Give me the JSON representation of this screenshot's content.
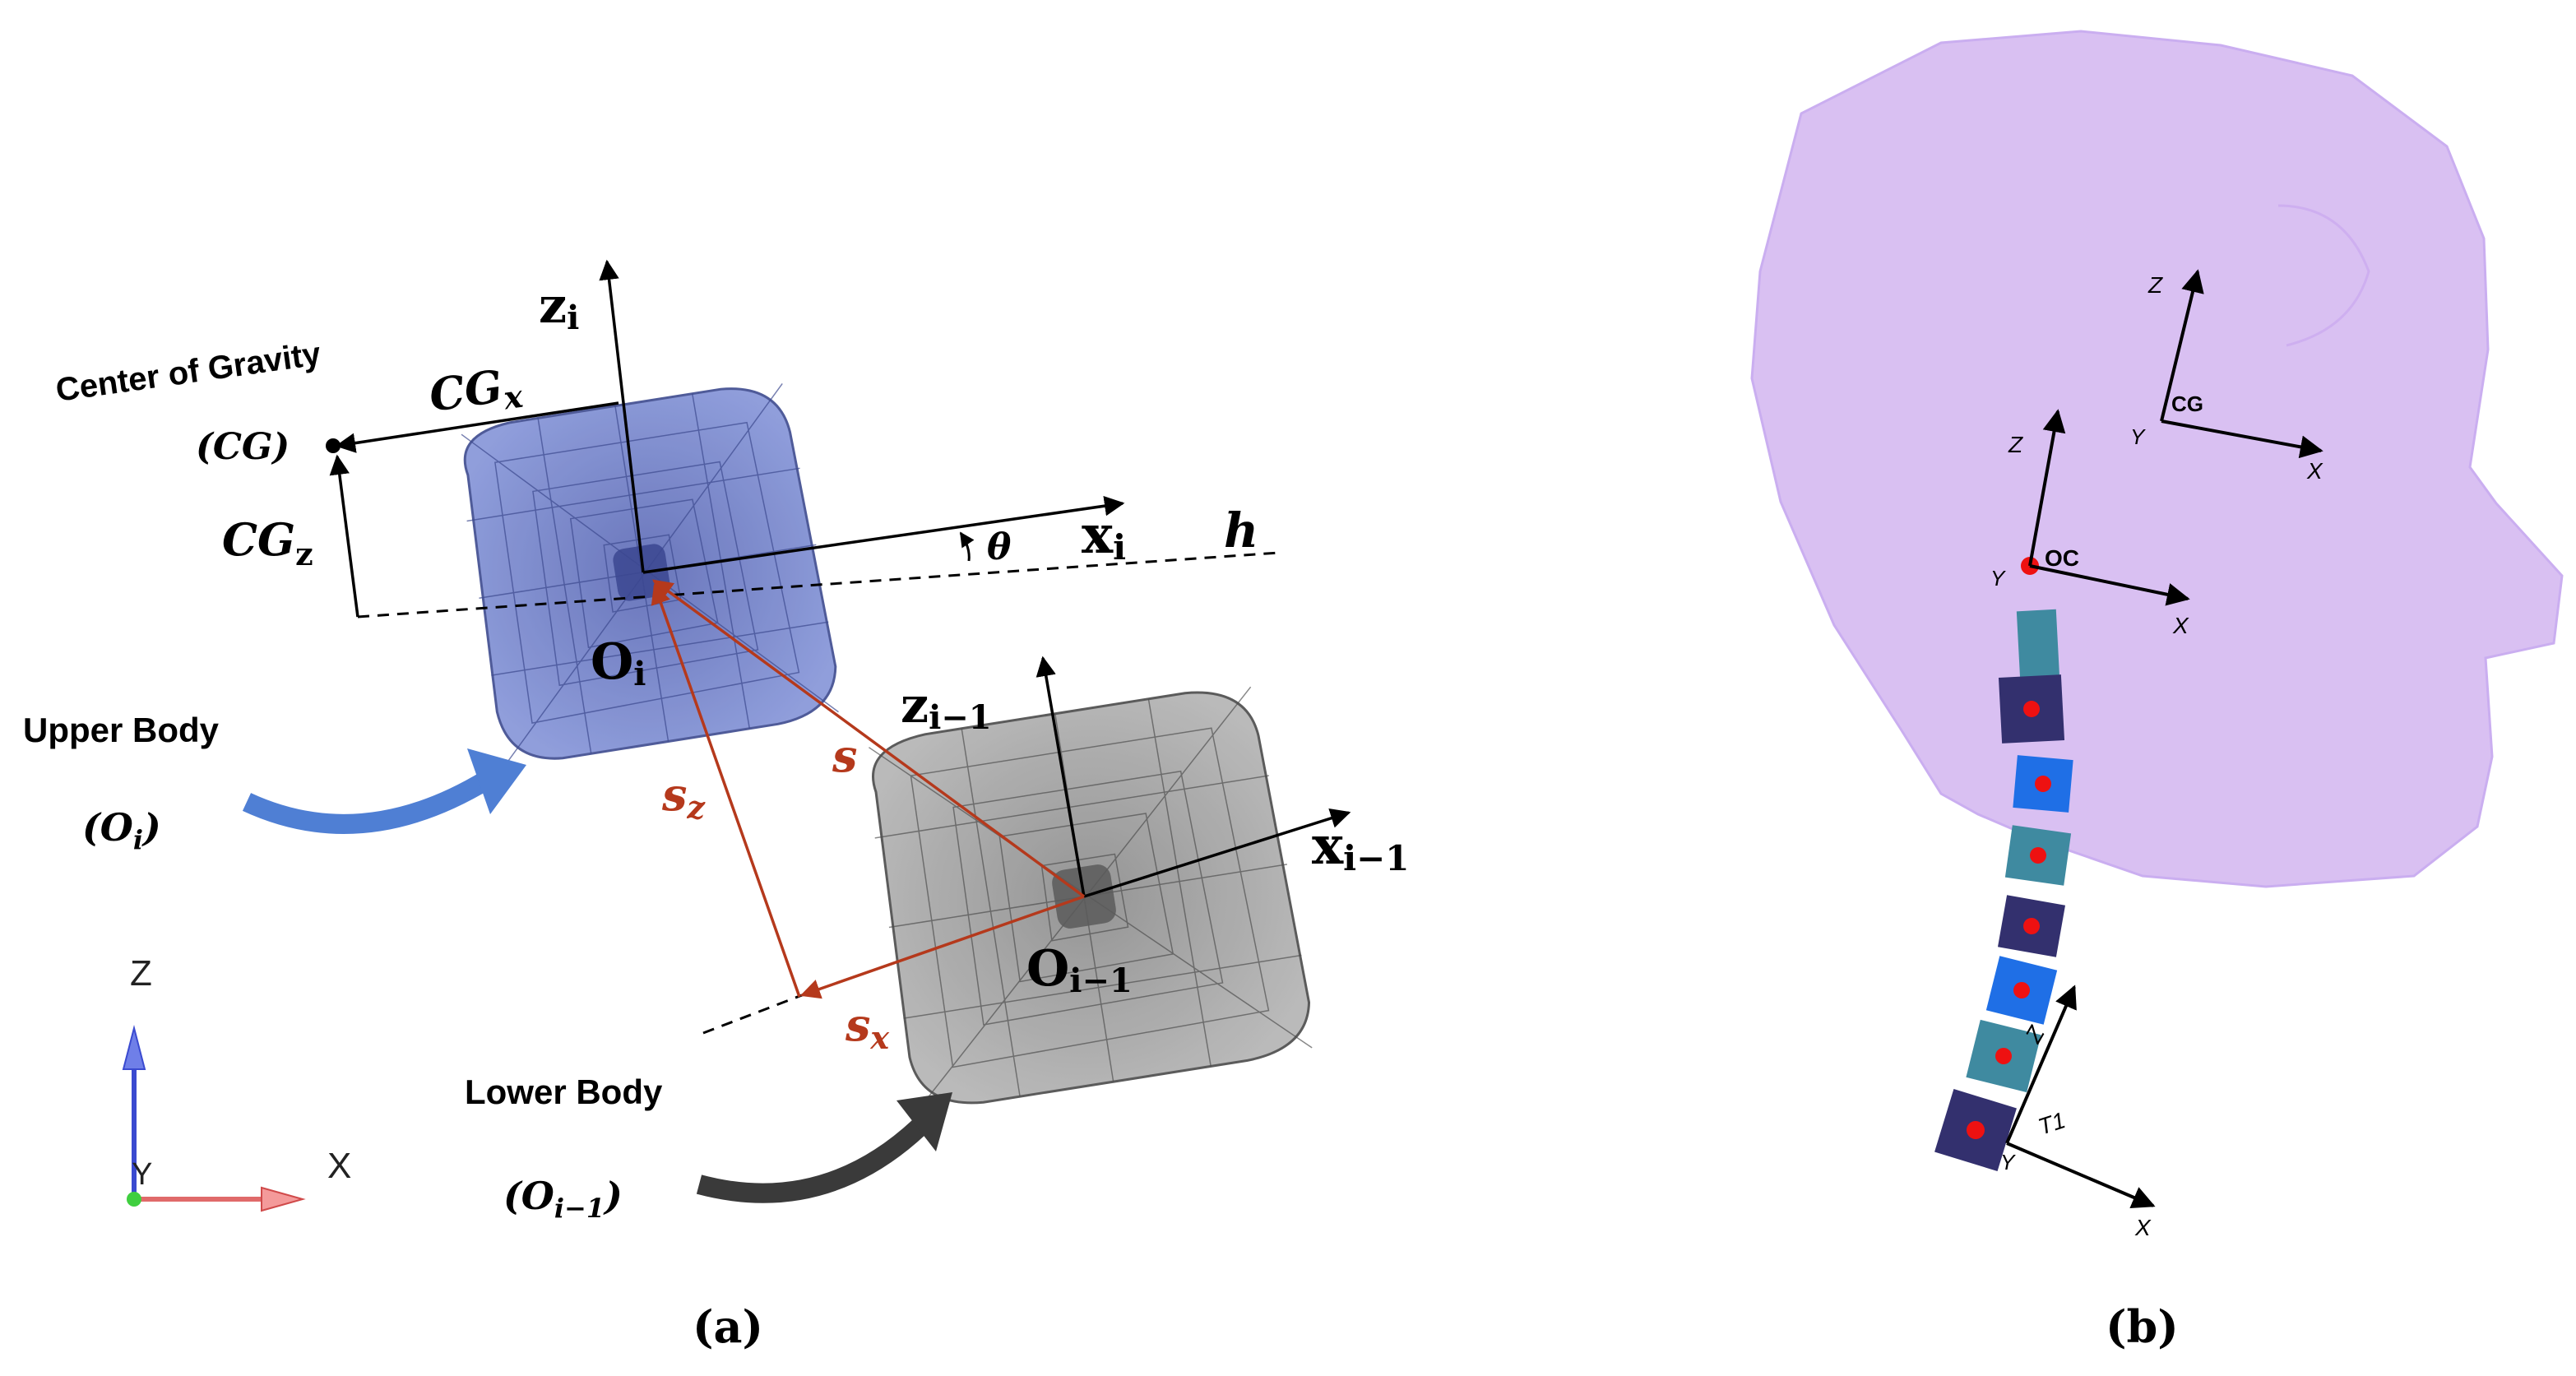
{
  "panel_a": {
    "caption": "(a)",
    "center_of_gravity_label": "Center of Gravity",
    "cg_label": "(CG)",
    "cgx_label": "CG",
    "cgx_sub": "x",
    "cgz_label": "CG",
    "cgz_sub": "z",
    "zi_label": "z",
    "zi_sub": "i",
    "xi_label": "x",
    "xi_sub": "i",
    "h_label": "h",
    "theta_label": "θ",
    "oi_label": "O",
    "oi_sub": "i",
    "zi1_label": "z",
    "zi1_sub": "i−1",
    "xi1_label": "x",
    "xi1_sub": "i−1",
    "oi1_label": "O",
    "oi1_sub": "i−1",
    "s_label": "s",
    "sz_label": "s",
    "sz_sub": "z",
    "sx_label": "s",
    "sx_sub": "x",
    "upper_body_label": "Upper Body",
    "upper_body_sym": "(O",
    "upper_body_sub": "i",
    "upper_body_close": ")",
    "lower_body_label": "Lower Body",
    "lower_body_sym": "(O",
    "lower_body_sub": "i−1",
    "lower_body_close": ")",
    "global_z": "Z",
    "global_y": "Y",
    "global_x": "X",
    "colors": {
      "upper_body": "#6f7fc4",
      "lower_body": "#9a9a9a",
      "vector_red": "#b5391c",
      "upper_arrow": "#4f7fd4",
      "lower_arrow": "#3a3a3a"
    }
  },
  "panel_b": {
    "caption": "(b)",
    "head_axes": {
      "z": "Z",
      "y": "Y",
      "x": "X",
      "origin": "CG"
    },
    "oc_axes": {
      "z": "Z",
      "y": "Y",
      "x": "X",
      "origin": "OC"
    },
    "t1_axes": {
      "z": "Z",
      "y": "Y",
      "x": "X",
      "origin": "T1"
    },
    "colors": {
      "head": "#d8bdf2",
      "joint_dot": "#ee1111",
      "vertebra_teal": "#3f8aa0",
      "vertebra_navy": "#33306e",
      "vertebra_blue": "#1f6fe6"
    }
  }
}
